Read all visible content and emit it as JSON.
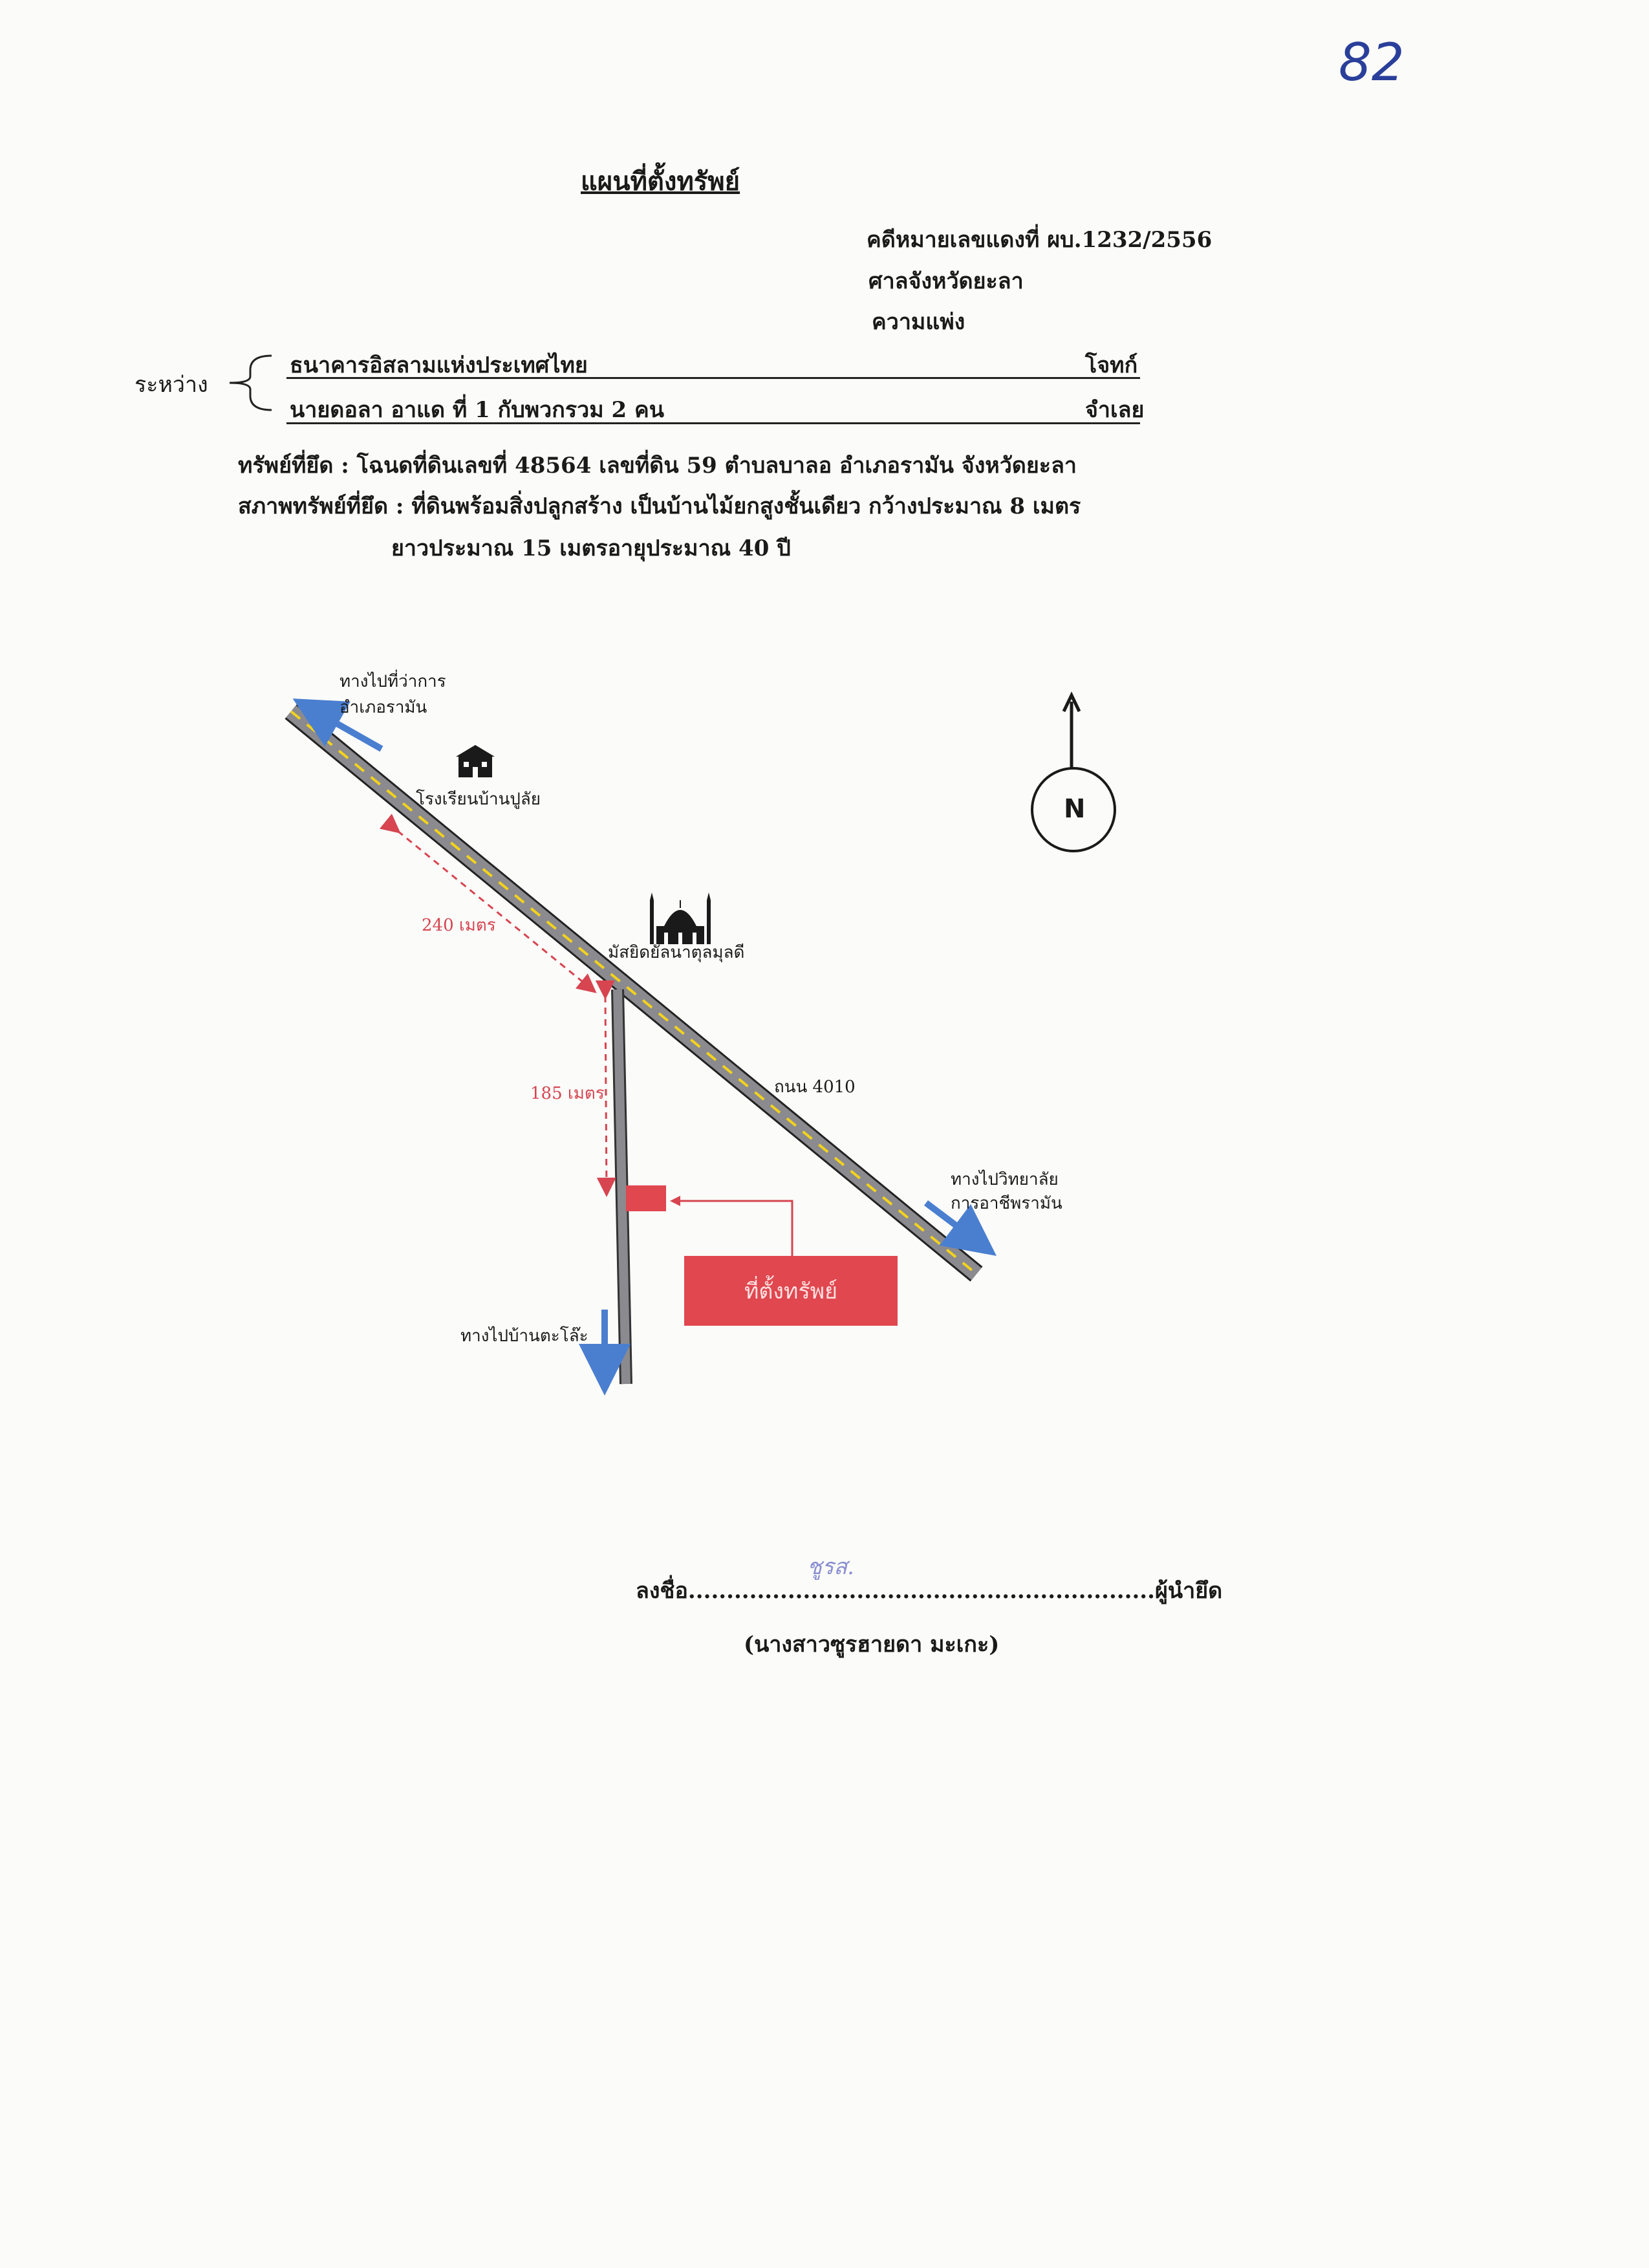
{
  "page_number": "82",
  "title": "แผนที่ตั้งทรัพย์",
  "case": {
    "black_number": "คดีหมายเลขแดงที่ ผบ.1232/2556",
    "court": "ศาลจังหวัดยะลา",
    "case_type": "ความแพ่ง"
  },
  "parties": {
    "between_label": "ระหว่าง",
    "plaintiff_name": "ธนาคารอิสลามแห่งประเทศไทย",
    "plaintiff_role": "โจทก์",
    "defendant_name": "นายดอลา อาแด ที่ 1 กับพวกรวม 2 คน",
    "defendant_role": "จำเลย"
  },
  "property": {
    "seized_line": "ทรัพย์ที่ยึด : โฉนดที่ดินเลขที่ 48564 เลขที่ดิน 59 ตำบลบาลอ อำเภอรามัน จังหวัดยะลา",
    "condition_line1": "สภาพทรัพย์ที่ยึด : ที่ดินพร้อมสิ่งปลูกสร้าง เป็นบ้านไม้ยกสูงชั้นเดียว กว้างประมาณ 8 เมตร",
    "condition_line2": "ยาวประมาณ 15 เมตรอายุประมาณ 40 ปี"
  },
  "map": {
    "to_district_office_1": "ทางไปที่ว่าการ",
    "to_district_office_2": "อำเภอรามัน",
    "school": "โรงเรียนบ้านปูลัย",
    "mosque": "มัสยิดยัลนาตุลมุลดี",
    "road": "ถนน 4010",
    "to_college_1": "ทางไปวิทยาลัย",
    "to_college_2": "การอาชีพรามัน",
    "to_village": "ทางไปบ้านตะโล๊ะ",
    "distance_1": "240 เมตร",
    "distance_2": "185 เมตร",
    "property_label": "ที่ตั้งทรัพย์",
    "north": "N",
    "colors": {
      "road": "#8a8a8f",
      "road_center": "#f3d21c",
      "arrow_blue": "#4a7fd0",
      "red": "#e0474f",
      "distance_red": "#d64550"
    }
  },
  "signature": {
    "line": "ลงชื่อ.............................................................ผู้นำยึด",
    "scribble": "ชูรส.",
    "name": "(นางสาวซูรฮายดา มะเกะ)"
  }
}
